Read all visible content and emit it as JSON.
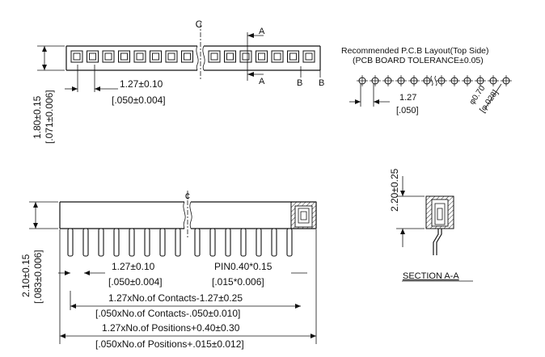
{
  "marks": {
    "centerline": "C",
    "centerline_bottom": "¢",
    "section_a": "A",
    "section_b": "B"
  },
  "top_view": {
    "height_mm": "1.80±0.15",
    "height_in": "[.071±0.006]",
    "pitch_mm": "1.27±0.10",
    "pitch_in": "[.050±0.004]"
  },
  "pcb_layout": {
    "title_line1": "Recommended P.C.B Layout(Top Side)",
    "title_line2": "(PCB BOARD TOLERANCE±0.05)",
    "pitch_mm": "1.27",
    "pitch_in": "[.050]",
    "hole_mm": "φ0.70",
    "hole_in": "[φ.028]"
  },
  "front_view": {
    "height_mm": "2.10±0.15",
    "height_in": "[.083±0.006]",
    "pitch_mm": "1.27±0.10",
    "pitch_in": "[.050±0.004]",
    "pin_mm": "PIN0.40*0.15",
    "pin_in": "[.015*0.006]",
    "contacts_mm": "1.27xNo.of Contacts-1.27±0.25",
    "contacts_in": "[.050xNo.of Contacts-.050±0.010]",
    "positions_mm": "1.27xNo.of Positions+0.40±0.30",
    "positions_in": "[.050xNo.of Positions+.015±0.012]"
  },
  "section_view": {
    "height_mm": "2.20±0.25",
    "title": "SECTION A-A"
  }
}
